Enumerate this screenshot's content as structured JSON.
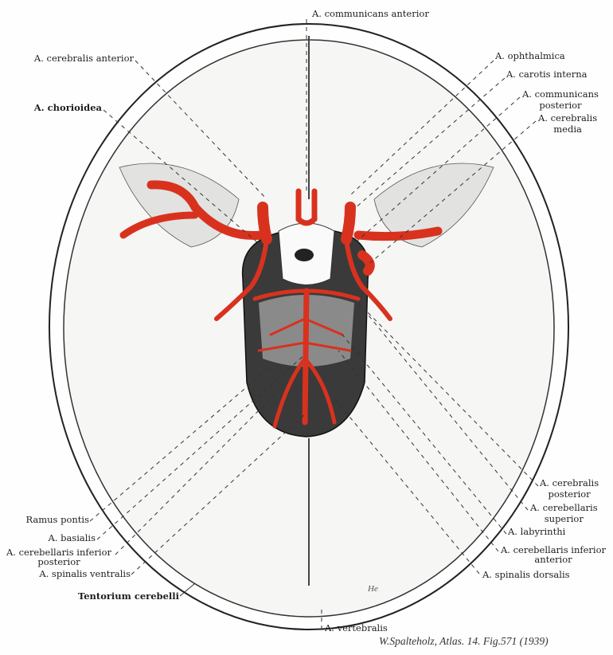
{
  "figure": {
    "caption": "W.Spalteholz, Atlas. 14. Fig.571 (1939)",
    "artery_color": "#d8321f",
    "signature": "He"
  },
  "labels": {
    "communicans_anterior": "A. communicans anterior",
    "cerebralis_anterior": "A. cerebralis anterior",
    "chorioidea": "A. chorioidea",
    "ophthalmica": "A. ophthalmica",
    "carotis_interna": "A. carotis interna",
    "communicans_posterior": [
      "A. communicans",
      "posterior"
    ],
    "cerebralis_media": [
      "A. cerebralis",
      "media"
    ],
    "ramus_pontis": "Ramus pontis",
    "basialis": "A. basialis",
    "cerebellaris_inferior_posterior": [
      "A. cerebellaris inferior",
      "posterior"
    ],
    "spinalis_ventralis": "A. spinalis ventralis",
    "tentorium_cerebelli": "Tentorium cerebelli",
    "cerebralis_posterior": [
      "A. cerebralis",
      "posterior"
    ],
    "cerebellaris_superior": [
      "A. cerebellaris",
      "superior"
    ],
    "labyrinthi": "A. labyrinthi",
    "cerebellaris_inferior_anterior": [
      "A. cerebellaris inferior",
      "anterior"
    ],
    "spinalis_dorsalis": "A. spinalis dorsalis",
    "vertebralis": "A. vertebralis"
  }
}
